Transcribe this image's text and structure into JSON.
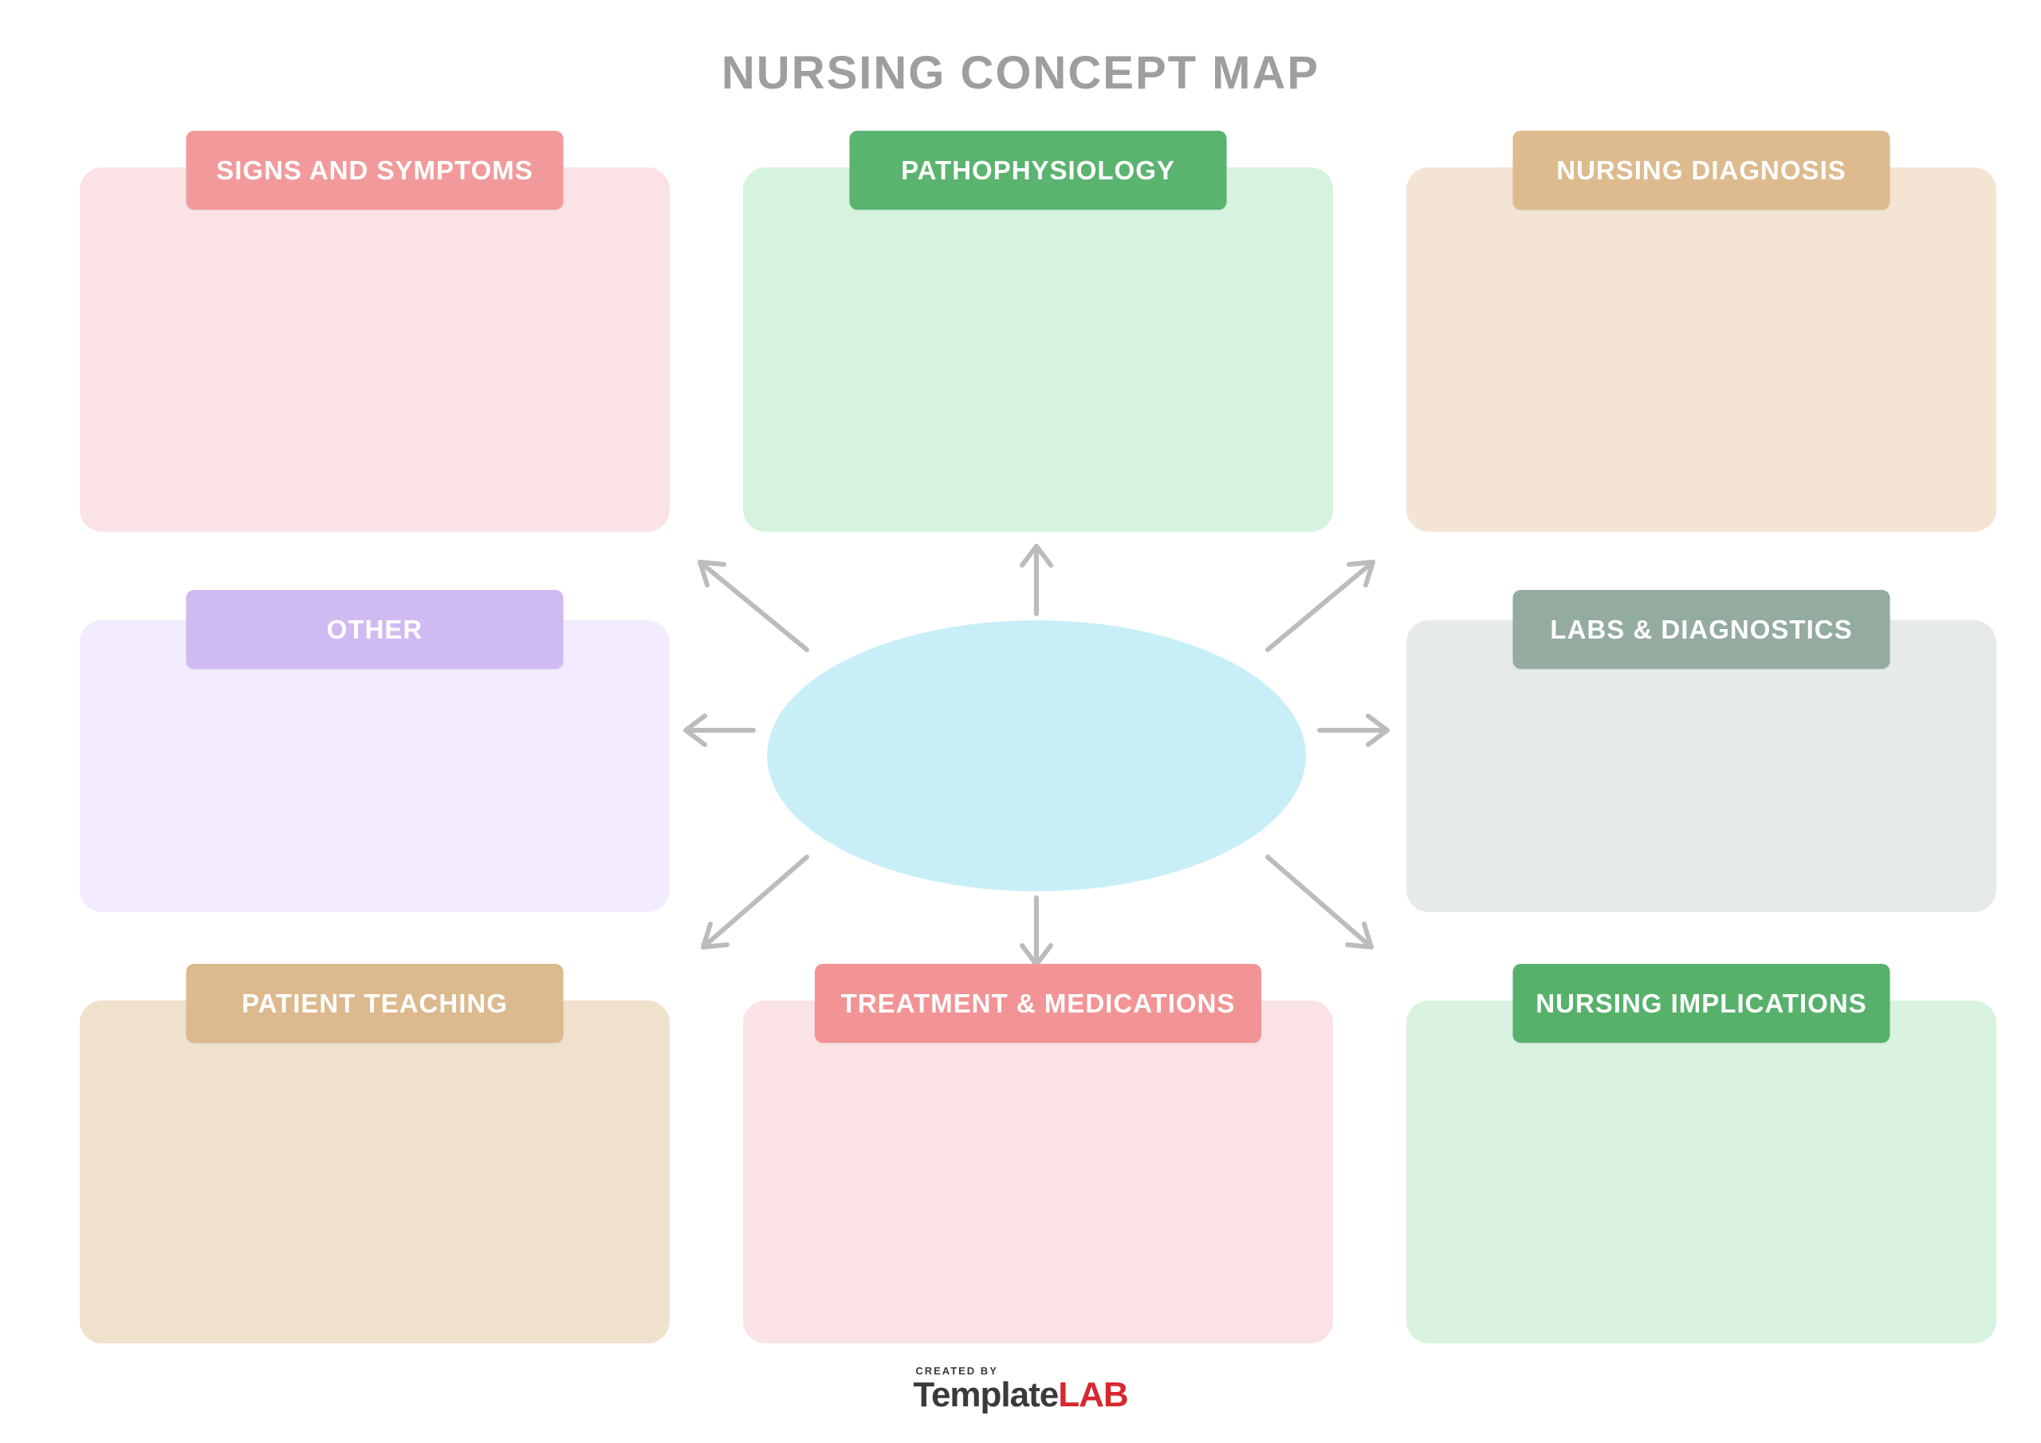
{
  "title": "NURSING CONCEPT MAP",
  "theme": {
    "background": "#ffffff",
    "title_color": "#9e9e9e",
    "arrow_color": "#bcbcbd",
    "center_ellipse_color": "#c8eff8",
    "header_text_color": "#ffffff"
  },
  "center_topic": {
    "value": "",
    "shape": "ellipse"
  },
  "sections": [
    {
      "label": "SIGNS AND SYMPTOMS",
      "position": "top-left",
      "header_color": "#f29a9b",
      "body_color": "#fbe3e5",
      "value": ""
    },
    {
      "label": "PATHOPHYSIOLOGY",
      "position": "top-center",
      "header_color": "#5ab36e",
      "body_color": "#d5f3df",
      "value": ""
    },
    {
      "label": "NURSING DIAGNOSIS",
      "position": "top-right",
      "header_color": "#ddbb8e",
      "body_color": "#f4e4d4",
      "value": ""
    },
    {
      "label": "OTHER",
      "position": "middle-left",
      "header_color": "#d0baf2",
      "body_color": "#f3ecfe",
      "value": ""
    },
    {
      "label": "LABS & DIAGNOSTICS",
      "position": "middle-right",
      "header_color": "#94ab9f",
      "body_color": "#e6ebe9",
      "value": ""
    },
    {
      "label": "PATIENT TEACHING",
      "position": "bottom-left",
      "header_color": "#ddb98e",
      "body_color": "#f0e1cd",
      "value": ""
    },
    {
      "label": "TREATMENT & MEDICATIONS",
      "position": "bottom-center",
      "header_color": "#f29495",
      "body_color": "#fbe3e5",
      "value": ""
    },
    {
      "label": "NURSING IMPLICATIONS",
      "position": "bottom-right",
      "header_color": "#57b16a",
      "body_color": "#d9f3e0",
      "value": ""
    }
  ],
  "footer": {
    "created_by": "CREATED BY",
    "brand_prefix": "Template",
    "brand_suffix": "LAB",
    "brand_prefix_color": "#3a3a3a",
    "brand_suffix_color": "#d7282f"
  }
}
